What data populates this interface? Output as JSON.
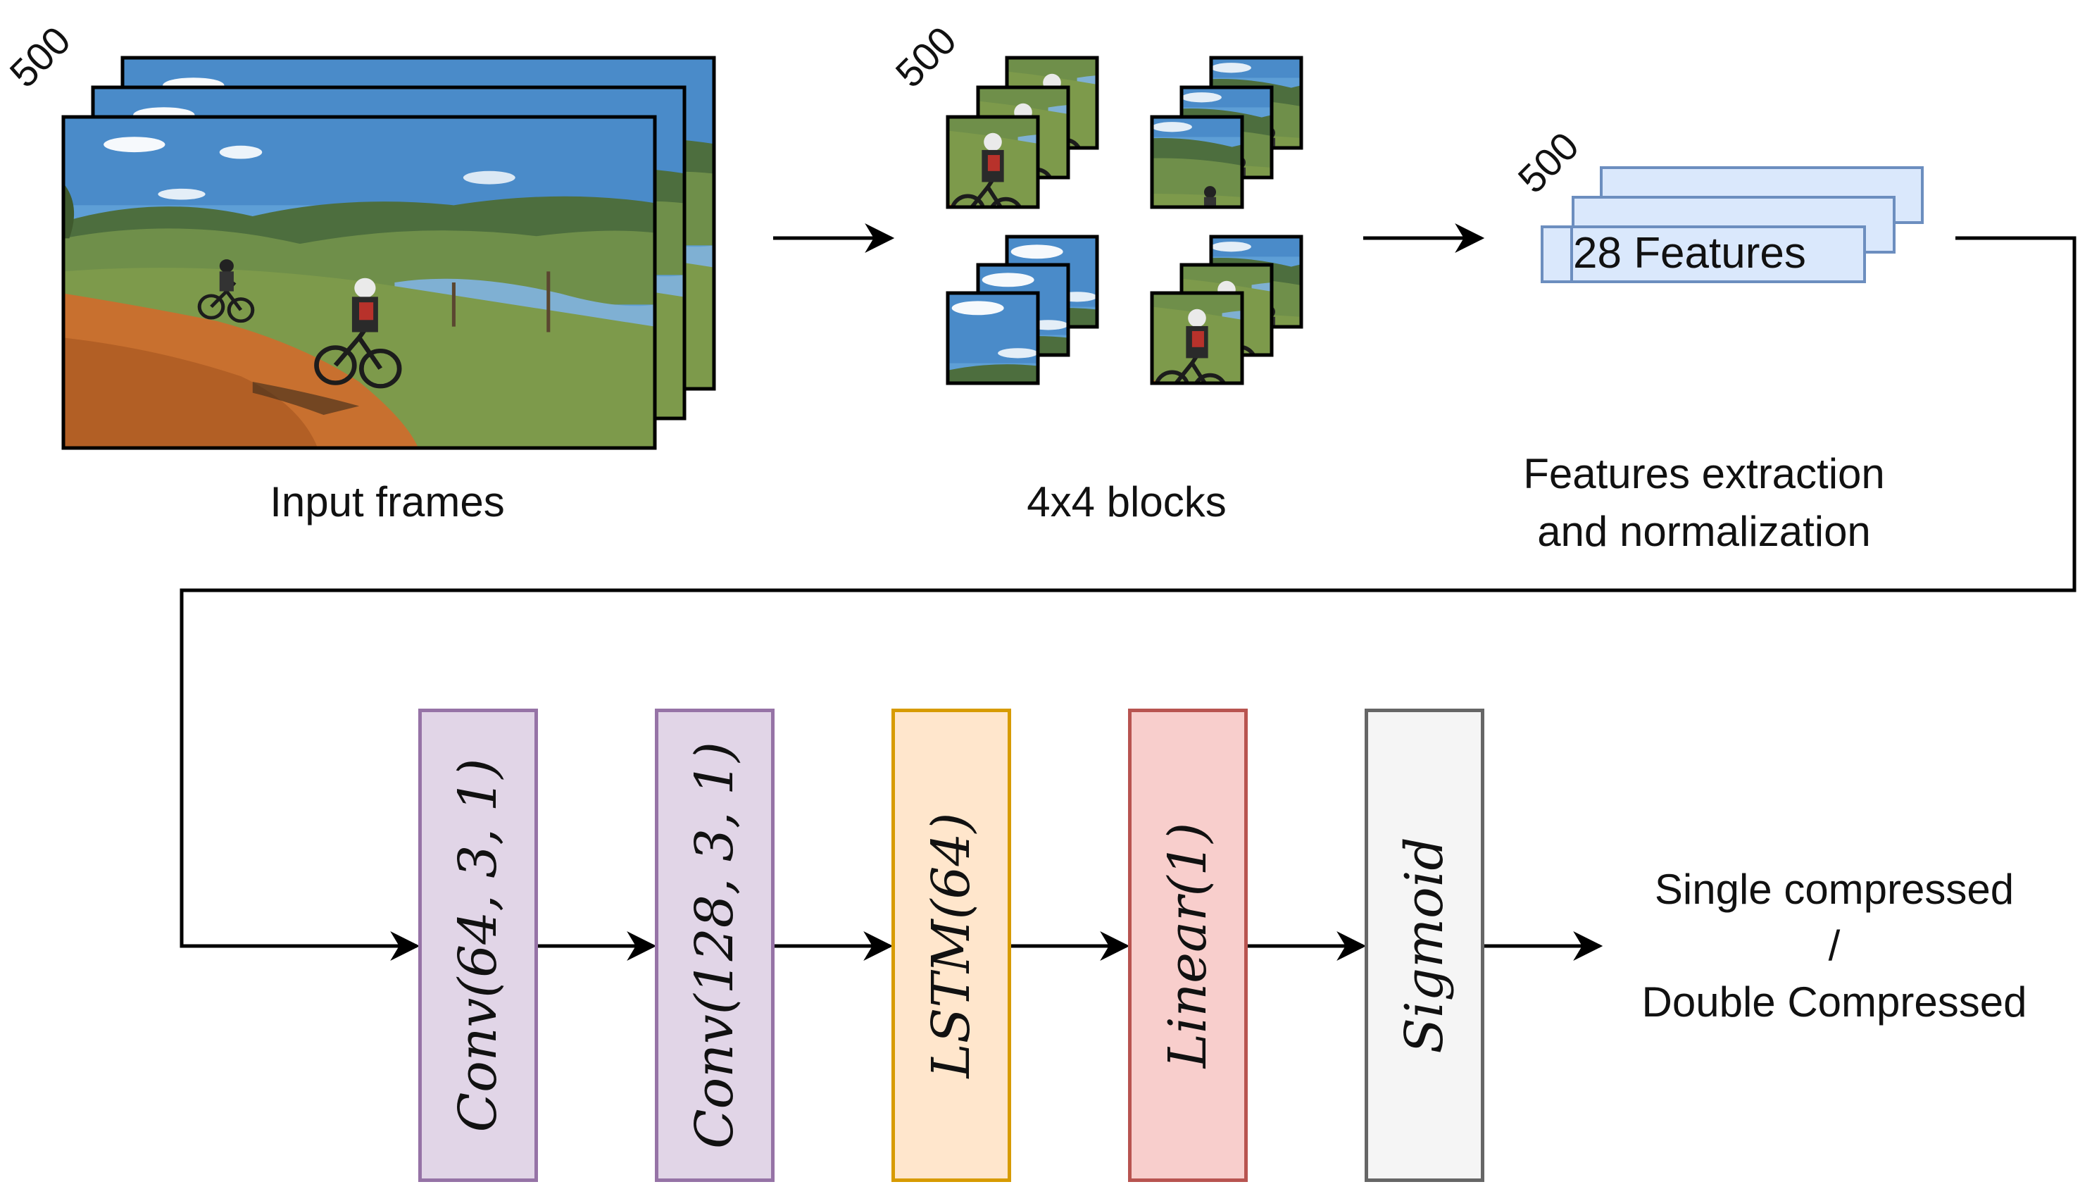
{
  "stage_labels": {
    "input_frames": "Input frames",
    "blocks": "4x4 blocks",
    "features_line1": "Features extraction",
    "features_line2": "and normalization"
  },
  "counts": {
    "frames": "500",
    "blocks": "500",
    "features": "500"
  },
  "features_box_label": "28 Features",
  "layers": [
    {
      "label": "Conv(64, 3, 1)",
      "fill": "#e1d5e7",
      "stroke": "#9673a6"
    },
    {
      "label": "Conv(128, 3, 1)",
      "fill": "#e1d5e7",
      "stroke": "#9673a6"
    },
    {
      "label": "LSTM(64)",
      "fill": "#ffe6cc",
      "stroke": "#d79b00"
    },
    {
      "label": "Linear(1)",
      "fill": "#f8cecc",
      "stroke": "#b85450"
    },
    {
      "label": "Sigmoid",
      "fill": "#f5f5f5",
      "stroke": "#666666"
    }
  ],
  "output": {
    "line1": "Single compressed",
    "line2": "/",
    "line3": "Double Compressed"
  },
  "colors": {
    "sky": "#5e9fd6",
    "hills": "#6f8f4a",
    "dirt": "#c8702f",
    "features_fill": "#dae8fc",
    "features_stroke": "#6c8ebf"
  }
}
